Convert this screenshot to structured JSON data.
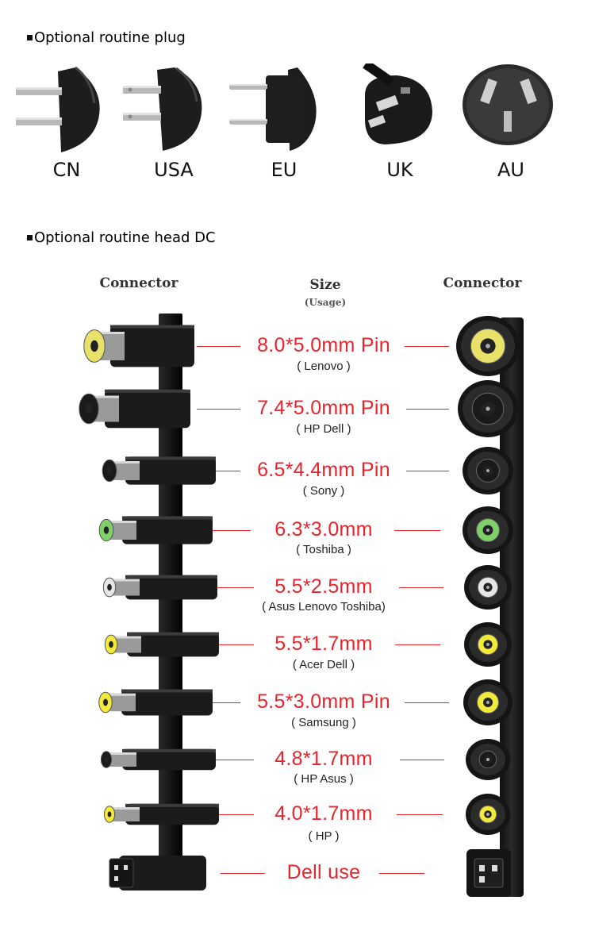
{
  "plug_section": {
    "title": "Optional routine plug",
    "plugs": [
      {
        "label": "CN",
        "icon": "cn-plug-icon"
      },
      {
        "label": "USA",
        "icon": "usa-plug-icon"
      },
      {
        "label": "EU",
        "icon": "eu-plug-icon"
      },
      {
        "label": "UK",
        "icon": "uk-plug-icon"
      },
      {
        "label": "AU",
        "icon": "au-plug-icon"
      }
    ]
  },
  "dc_section": {
    "title": "Optional routine head DC",
    "col_left": "Connector",
    "col_center": "Size",
    "col_center_sub": "(Usage)",
    "col_right": "Connector",
    "tips": [
      {
        "size": "8.0*5.0mm Pin",
        "usage": "( Lenovo )",
        "tip_color": "#e8e26a"
      },
      {
        "size": "7.4*5.0mm Pin",
        "usage": "( HP Dell )",
        "tip_color": "#1a1a1a"
      },
      {
        "size": "6.5*4.4mm Pin",
        "usage": "( Sony )",
        "tip_color": "#1a1a1a"
      },
      {
        "size": "6.3*3.0mm",
        "usage": "( Toshiba )",
        "tip_color": "#7fcf6a"
      },
      {
        "size": "5.5*2.5mm",
        "usage": "( Asus Lenovo Toshiba)",
        "tip_color": "#e6e6e6"
      },
      {
        "size": "5.5*1.7mm",
        "usage": "( Acer Dell )",
        "tip_color": "#f2ea3a"
      },
      {
        "size": "5.5*3.0mm Pin",
        "usage": "( Samsung )",
        "tip_color": "#f2ea3a"
      },
      {
        "size": "4.8*1.7mm",
        "usage": "( HP Asus )",
        "tip_color": "#1a1a1a"
      },
      {
        "size": "4.0*1.7mm",
        "usage": "( HP )",
        "tip_color": "#f2ea3a"
      },
      {
        "size": "Dell use",
        "usage": "",
        "tip_color": "#111111"
      }
    ]
  }
}
